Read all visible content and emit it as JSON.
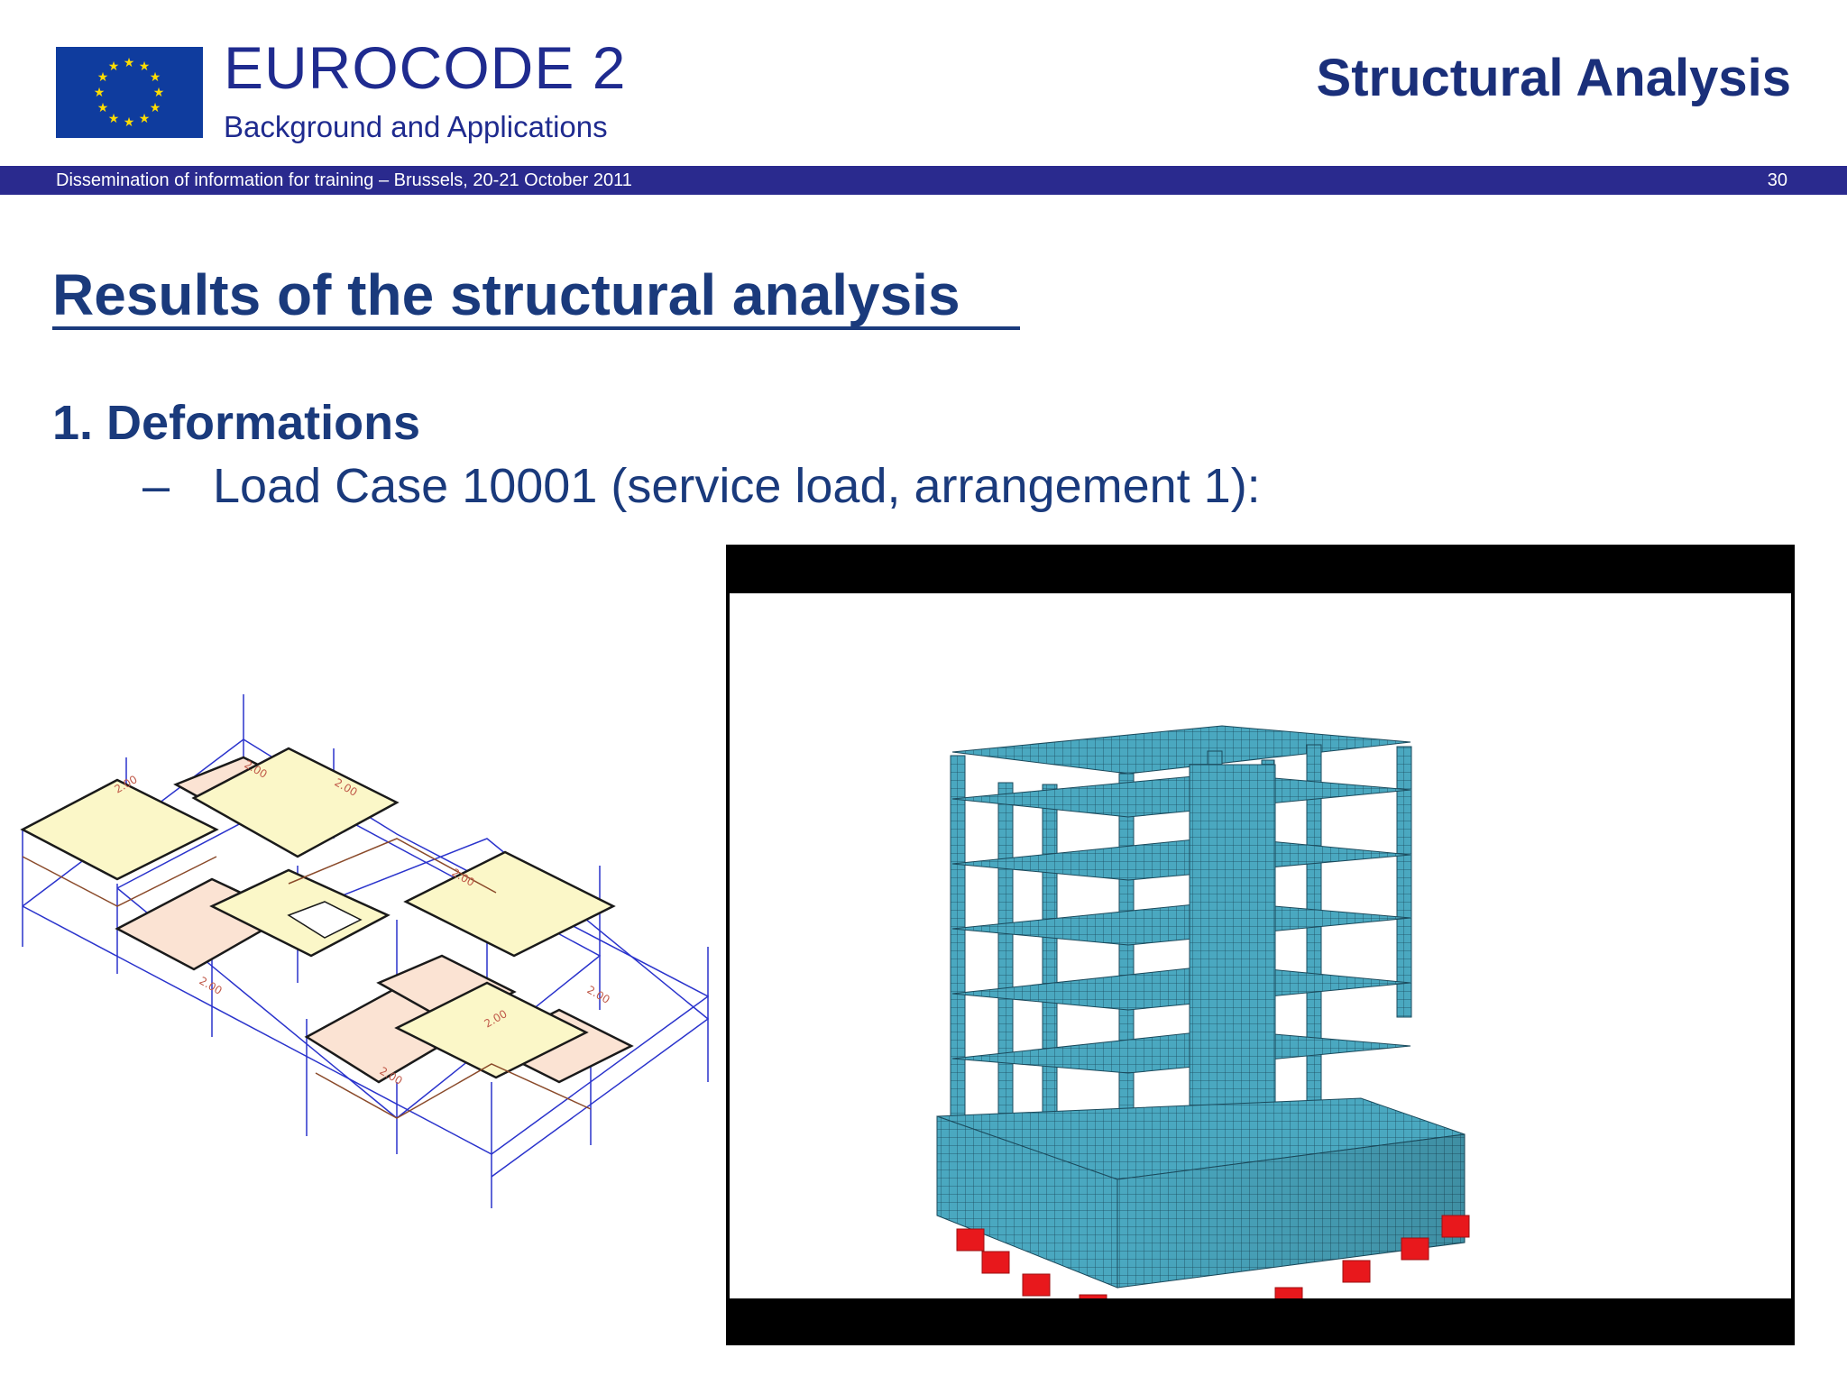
{
  "header": {
    "title": "EUROCODE 2",
    "subtitle": "Background and Applications",
    "section": "Structural Analysis"
  },
  "banner": {
    "text": "Dissemination of information for training – Brussels, 20-21 October 2011",
    "page_number": "30"
  },
  "slide": {
    "title": "Results of the structural analysis",
    "heading": "1. Deformations",
    "bullet_dash": "–",
    "bullet": "Load Case 10001 (service load, arrangement 1):"
  },
  "figures": {
    "left_label": "2.00",
    "colors": {
      "panel_yellow": "#fbf7c8",
      "panel_pink": "#fbe3d3",
      "grid_blue": "#2a33cc",
      "beam_brown": "#8a4a2a",
      "mesh_cyan": "#4aa8c0",
      "support_red": "#e8181c"
    }
  },
  "colors": {
    "brand_blue": "#1f2b8f",
    "title_blue": "#1a3a7c",
    "banner_bg": "#2a2a8e",
    "eu_flag": "#0f3c9e",
    "eu_star": "#ffdd00"
  }
}
